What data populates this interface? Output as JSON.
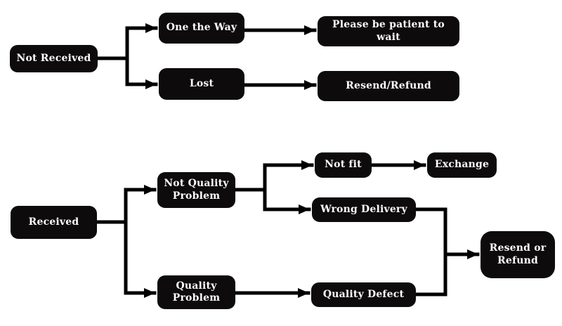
{
  "diagram": {
    "type": "flowchart",
    "background_color": "#ffffff",
    "node_fill_color": "#0d0b0c",
    "node_text_color": "#ffffff",
    "connector_color": "#000000",
    "nodes": {
      "not_received": "Not Received",
      "one_the_way": "One the Way",
      "please_wait": "Please be patient to wait",
      "lost": "Lost",
      "resend_refund": "Resend/Refund",
      "received": "Received",
      "not_quality_problem": "Not Quality Problem",
      "quality_problem": "Quality Problem",
      "not_fit": "Not fit",
      "exchange": "Exchange",
      "wrong_delivery": "Wrong Delivery",
      "quality_defect": "Quality Defect",
      "resend_or_refund": "Resend or Refund"
    },
    "edges": [
      {
        "from": "Not Received",
        "to": "One the Way"
      },
      {
        "from": "Not Received",
        "to": "Lost"
      },
      {
        "from": "One the Way",
        "to": "Please be patient to wait"
      },
      {
        "from": "Lost",
        "to": "Resend/Refund"
      },
      {
        "from": "Received",
        "to": "Not Quality Problem"
      },
      {
        "from": "Received",
        "to": "Quality Problem"
      },
      {
        "from": "Not Quality Problem",
        "to": "Not fit"
      },
      {
        "from": "Not Quality Problem",
        "to": "Wrong Delivery"
      },
      {
        "from": "Not fit",
        "to": "Exchange"
      },
      {
        "from": "Wrong Delivery",
        "to": "Resend or Refund"
      },
      {
        "from": "Quality Problem",
        "to": "Quality Defect"
      },
      {
        "from": "Quality Defect",
        "to": "Resend or Refund"
      }
    ]
  }
}
